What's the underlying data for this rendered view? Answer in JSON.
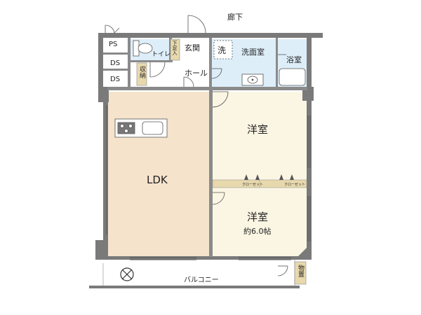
{
  "corridor": "廊下",
  "ps": "PS",
  "ds1": "DS",
  "ds2": "DS",
  "storage": "収納",
  "shoe_box": "下足入",
  "toilet": "トイレ",
  "entrance": "玄関",
  "hall": "ホール",
  "washer": "洗",
  "washroom": "洗面室",
  "bathroom": "浴室",
  "western_room_1": "洋室",
  "ldk": "LDK",
  "closet_1": "クローゼット",
  "closet_2": "クローゼット",
  "western_room_2": "洋室",
  "room_2_size": "約6.0帖",
  "balcony": "バルコニー",
  "outdoor_storage": "物置",
  "colors": {
    "ldk_floor": "#f5e3cc",
    "western_floor": "#fbf6e3",
    "wet_area": "#ddeef9",
    "wall": "#7a7a7a",
    "closet_shelf": "#e8d9ad"
  }
}
